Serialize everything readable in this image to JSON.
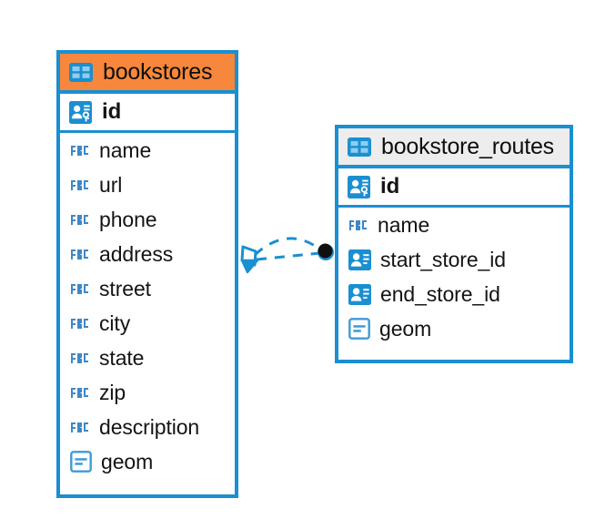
{
  "diagram": {
    "type": "entity-relationship-diagram",
    "background": "#ffffff",
    "accent_color": "#1a8fd1",
    "highlight_color": "#f7873c",
    "header_color": "#ededed"
  },
  "entities": [
    {
      "name": "bookstores",
      "header_style": "accent",
      "icon": "table-icon",
      "primary_key": {
        "label": "id",
        "icon": "primary-key-icon"
      },
      "fields": [
        {
          "label": "name",
          "icon": "abc-icon"
        },
        {
          "label": "url",
          "icon": "abc-icon"
        },
        {
          "label": "phone",
          "icon": "abc-icon"
        },
        {
          "label": "address",
          "icon": "abc-icon"
        },
        {
          "label": "street",
          "icon": "abc-icon"
        },
        {
          "label": "city",
          "icon": "abc-icon"
        },
        {
          "label": "state",
          "icon": "abc-icon"
        },
        {
          "label": "zip",
          "icon": "abc-icon"
        },
        {
          "label": "description",
          "icon": "abc-icon"
        },
        {
          "label": "geom",
          "icon": "geometry-icon"
        }
      ]
    },
    {
      "name": "bookstore_routes",
      "header_style": "plain",
      "icon": "table-icon",
      "primary_key": {
        "label": "id",
        "icon": "primary-key-icon"
      },
      "fields": [
        {
          "label": "name",
          "icon": "abc-icon"
        },
        {
          "label": "start_store_id",
          "icon": "foreign-key-icon"
        },
        {
          "label": "end_store_id",
          "icon": "foreign-key-icon"
        },
        {
          "label": "geom",
          "icon": "geometry-icon"
        }
      ]
    }
  ],
  "relationship": {
    "style": "dashed",
    "color": "#1a8fd1",
    "source_marker": "crows-foot-marker",
    "target_marker": "filled-circle-marker"
  }
}
